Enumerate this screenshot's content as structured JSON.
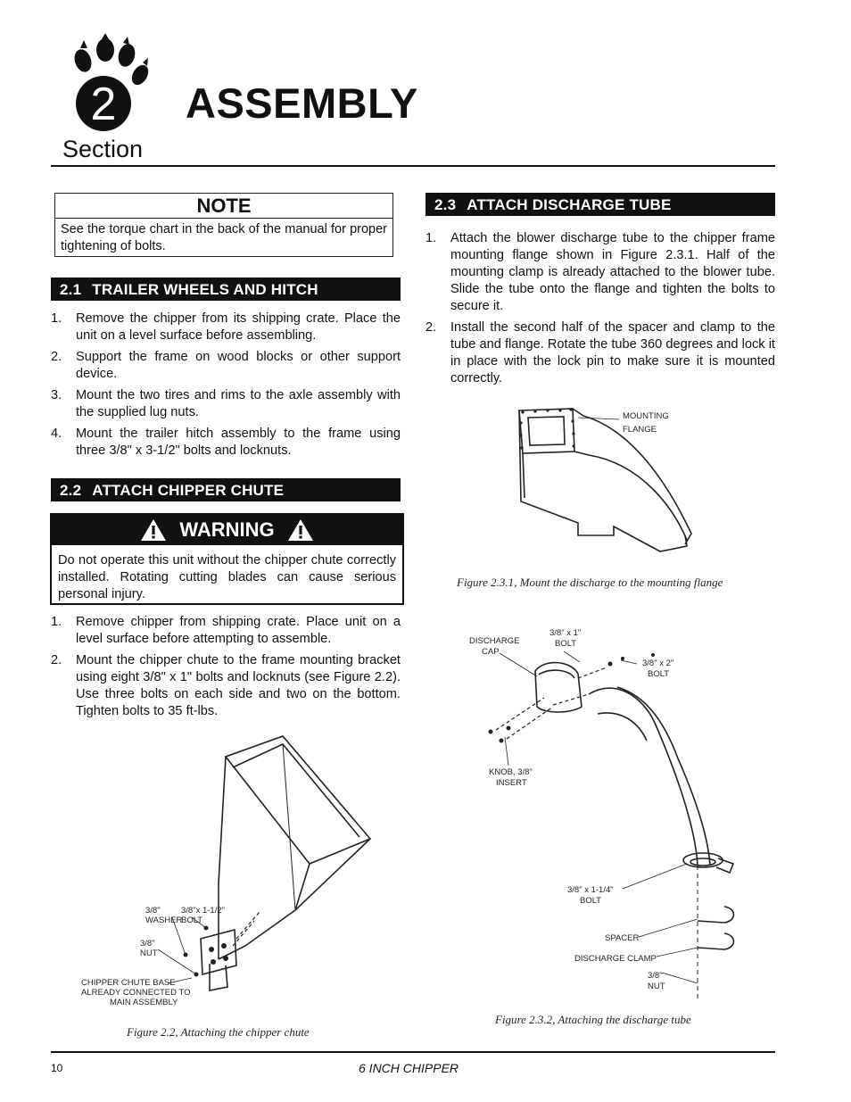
{
  "header": {
    "section_number": "2",
    "section_word": "Section",
    "title": "ASSEMBLY"
  },
  "note": {
    "heading": "NOTE",
    "text": "See the torque chart in the back of the manual for proper tightening of bolts."
  },
  "sections": {
    "s21": {
      "number": "2.1",
      "title": "TRAILER WHEELS AND HITCH",
      "items": [
        {
          "n": "1.",
          "text": "Remove the chipper from its shipping crate. Place the unit on a level surface before assembling."
        },
        {
          "n": "2.",
          "text": "Support the frame on wood blocks or other support device."
        },
        {
          "n": "3.",
          "text": "Mount the two tires and rims to the axle assembly with the supplied lug nuts."
        },
        {
          "n": "4.",
          "text": "Mount the trailer hitch assembly to the frame using three 3/8\" x 3-1/2\" bolts and locknuts."
        }
      ]
    },
    "s22": {
      "number": "2.2",
      "title": "ATTACH CHIPPER CHUTE",
      "warning_heading": "WARNING",
      "warning_text": "Do not operate this unit without the chipper chute correctly installed. Rotating cutting blades can cause serious personal injury.",
      "items": [
        {
          "n": "1.",
          "text": "Remove chipper from shipping crate. Place unit on a level surface before attempting to assemble."
        },
        {
          "n": "2.",
          "text": "Mount the chipper chute to the frame mounting bracket using eight 3/8\" x 1\" bolts and locknuts (see Figure 2.2). Use three bolts on each side and two on the bottom. Tighten bolts to 35 ft-lbs."
        }
      ]
    },
    "s23": {
      "number": "2.3",
      "title": "ATTACH DISCHARGE TUBE",
      "items": [
        {
          "n": "1.",
          "text": "Attach the blower discharge tube to the chipper frame mounting flange shown in Figure 2.3.1. Half of the mounting clamp is already attached to the blower tube. Slide the tube onto the flange and tighten the bolts to secure it."
        },
        {
          "n": "2.",
          "text": "Install the second half of the spacer and clamp to the tube and flange. Rotate the tube 360 degrees and lock it in place with the lock pin to make sure it is mounted correctly."
        }
      ]
    }
  },
  "figures": {
    "fig22": {
      "caption": "Figure 2.2, Attaching the chipper chute",
      "labels": {
        "washer_a": "3/8\"",
        "washer_b": "WASHER",
        "bolt_a": "3/8\"x 1-1/2\"",
        "bolt_b": "BOLT",
        "nut_a": "3/8\"",
        "nut_b": "NUT",
        "base_a": "CHIPPER CHUTE BASE",
        "base_b": "ALREADY CONNECTED TO",
        "base_c": "MAIN ASSEMBLY"
      }
    },
    "fig231": {
      "caption": "Figure 2.3.1, Mount the discharge to the mounting flange",
      "labels": {
        "flange_a": "MOUNTING",
        "flange_b": "FLANGE"
      }
    },
    "fig232": {
      "caption": "Figure 2.3.2, Attaching the discharge tube",
      "labels": {
        "cap_a": "DISCHARGE",
        "cap_b": "CAP",
        "bolt1_a": "3/8\" x 1\"",
        "bolt1_b": "BOLT",
        "bolt2_a": "3/8\" x 2\"",
        "bolt2_b": "BOLT",
        "knob_a": "KNOB, 3/8\"",
        "knob_b": "INSERT",
        "bolt3_a": "3/8\" x 1-1/4\"",
        "bolt3_b": "BOLT",
        "spacer": "SPACER",
        "clamp": "DISCHARGE CLAMP",
        "nut_a": "3/8\"",
        "nut_b": "NUT"
      }
    }
  },
  "footer": {
    "page_number": "10",
    "title": "6 INCH CHIPPER"
  }
}
